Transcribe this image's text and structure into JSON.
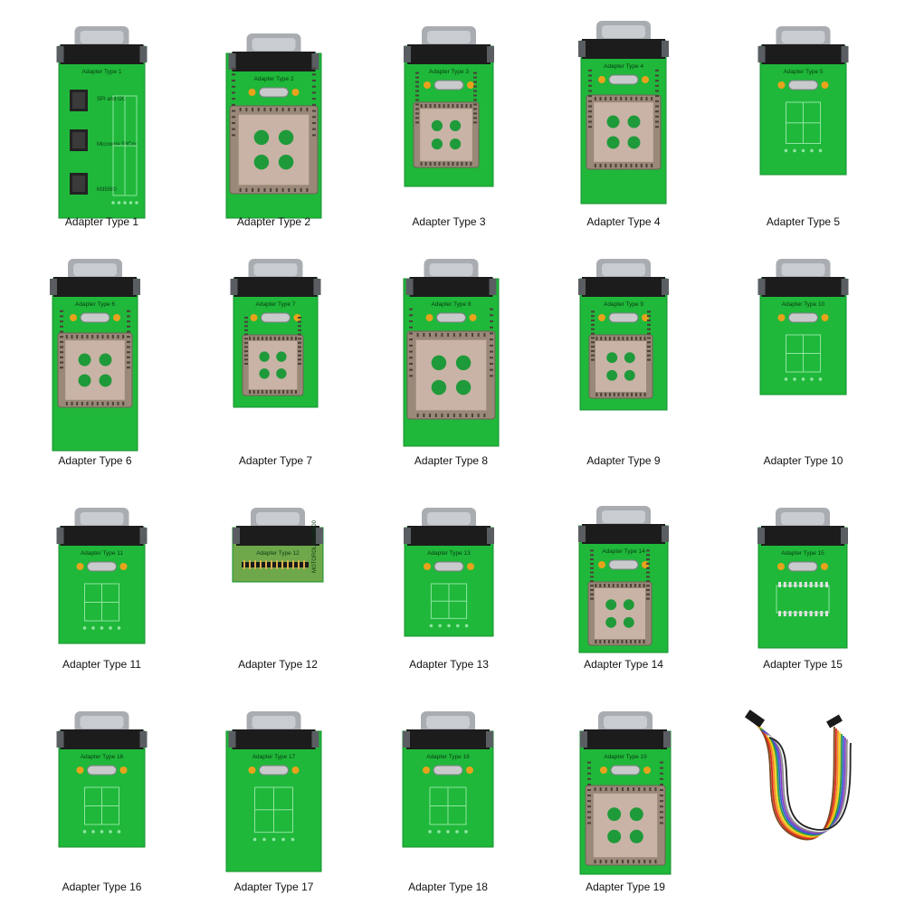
{
  "colors": {
    "pcb": "#1fb83a",
    "pcb_dark": "#15902c",
    "trace": "#8fe4a0",
    "db9_metal": "#a9adb2",
    "db9_shadow": "#5a5e63",
    "db9_body": "#1c1c1c",
    "socket": "#9a8878",
    "socket_inner": "#c9b3a6",
    "socket_hole": "#1f9a3a",
    "crystal": "#c8cacc",
    "cap": "#e8a21c",
    "pin_strip": "#1a1a1a"
  },
  "adapters": [
    {
      "caption": "Adapter Type 1",
      "board_label": "Adapter Type 1",
      "variant": "multi-dip-sockets",
      "extra_text": [
        "M35080",
        "Microwire 93Cxx",
        "SPI and I2C"
      ]
    },
    {
      "caption": "Adapter Type 2",
      "board_label": "Adapter Type 2",
      "variant": "large-plcc-socket"
    },
    {
      "caption": "Adapter Type 3",
      "board_label": "Adapter Type 3",
      "variant": "small-plcc-socket"
    },
    {
      "caption": "Adapter Type 4",
      "board_label": "Adapter Type 4",
      "variant": "medium-plcc-socket"
    },
    {
      "caption": "Adapter Type 5",
      "board_label": "Adapter Type 5",
      "variant": "traces-only"
    },
    {
      "caption": "Adapter Type 6",
      "board_label": "Adapter Type 6",
      "variant": "medium-plcc-socket"
    },
    {
      "caption": "Adapter Type 7",
      "board_label": "Adapter Type 7",
      "variant": "small-plcc-socket"
    },
    {
      "caption": "Adapter Type 8",
      "board_label": "Adapter Type 8",
      "variant": "large-plcc-socket"
    },
    {
      "caption": "Adapter Type 9",
      "board_label": "Adapter Type 9",
      "variant": "small-plcc-socket"
    },
    {
      "caption": "Adapter Type 10",
      "board_label": "Adapter Type 10",
      "variant": "traces-only"
    },
    {
      "caption": "Adapter Type 11",
      "board_label": "Adapter Type 11",
      "variant": "traces-only"
    },
    {
      "caption": "Adapter Type 12",
      "board_label": "Adapter Type 12",
      "variant": "pin-header",
      "extra_text": [
        "MOTOROLA CAS600"
      ]
    },
    {
      "caption": "Adapter Type 13",
      "board_label": "Adapter Type 13",
      "variant": "traces-only"
    },
    {
      "caption": "Adapter Type 14",
      "board_label": "Adapter Type 14",
      "variant": "small-plcc-socket"
    },
    {
      "caption": "Adapter Type 15",
      "board_label": "Adapter Type 15",
      "variant": "soic-pads"
    },
    {
      "caption": "Adapter Type 16",
      "board_label": "Adapter Type 16",
      "variant": "traces-only"
    },
    {
      "caption": "Adapter Type 17",
      "board_label": "Adapter Type 17",
      "variant": "traces-only"
    },
    {
      "caption": "Adapter Type 18",
      "board_label": "Adapter Type 18",
      "variant": "traces-only"
    },
    {
      "caption": "Adapter Type 19",
      "board_label": "Adapter Type 19",
      "variant": "medium-plcc-socket"
    }
  ],
  "cable": {
    "name": "ribbon jumper cable",
    "wire_colors": [
      "#7a4a1f",
      "#d8291f",
      "#f08a1c",
      "#f2d21c",
      "#2f9a3a",
      "#2f5fd0",
      "#8a3fc4",
      "#8c8c8c",
      "#f4f4f4",
      "#222222"
    ]
  }
}
